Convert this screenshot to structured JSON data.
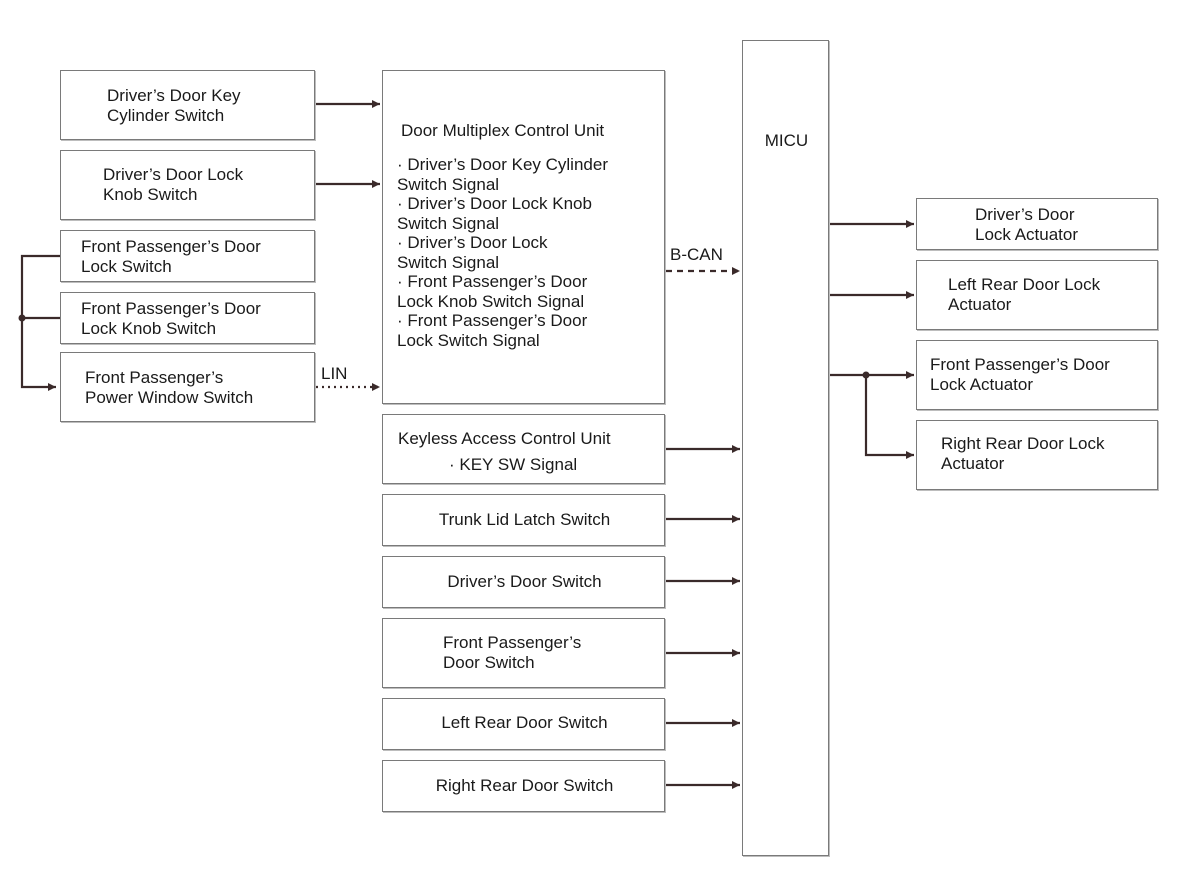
{
  "diagram": {
    "inputs_left": [
      {
        "id": "dr-key",
        "label": "Driver’s Door Key\nCylinder Switch"
      },
      {
        "id": "dr-knob",
        "label": "Driver’s Door Lock\nKnob Switch"
      },
      {
        "id": "fp-lock",
        "label": "Front Passenger’s Door\nLock Switch"
      },
      {
        "id": "fp-knob",
        "label": "Front Passenger’s Door\nLock Knob Switch"
      },
      {
        "id": "fp-pw",
        "label": "Front Passenger’s\nPower Window Switch"
      }
    ],
    "door_mux": {
      "title": "Door Multiplex Control Unit",
      "signals": "· Driver’s Door Key Cylinder\nSwitch Signal\n· Driver’s Door Lock Knob\nSwitch Signal\n· Driver’s Door Lock\nSwitch Signal\n· Front Passenger’s Door\nLock Knob Switch Signal\n· Front Passenger’s Door\nLock Switch Signal"
    },
    "keyless": {
      "title": "Keyless Access Control Unit",
      "signal": "· KEY SW Signal"
    },
    "inputs_center": [
      {
        "id": "trunk",
        "label": "Trunk Lid Latch Switch"
      },
      {
        "id": "dr-door",
        "label": "Driver’s Door Switch"
      },
      {
        "id": "fp-door",
        "label": "Front Passenger’s\nDoor Switch"
      },
      {
        "id": "lr-door",
        "label": "Left Rear Door Switch"
      },
      {
        "id": "rr-door",
        "label": "Right Rear Door Switch"
      }
    ],
    "micu": {
      "label": "MICU"
    },
    "outputs": [
      {
        "id": "dr-act",
        "label": "Driver’s Door\nLock Actuator"
      },
      {
        "id": "lr-act",
        "label": "Left Rear Door Lock\nActuator"
      },
      {
        "id": "fp-act",
        "label": "Front Passenger’s Door\nLock Actuator"
      },
      {
        "id": "rr-act",
        "label": "Right Rear Door Lock\nActuator"
      }
    ],
    "bus_labels": {
      "lin": "LIN",
      "bcan": "B-CAN"
    },
    "colors": {
      "line": "#3a2a2a",
      "border": "#7a7a7a"
    }
  }
}
